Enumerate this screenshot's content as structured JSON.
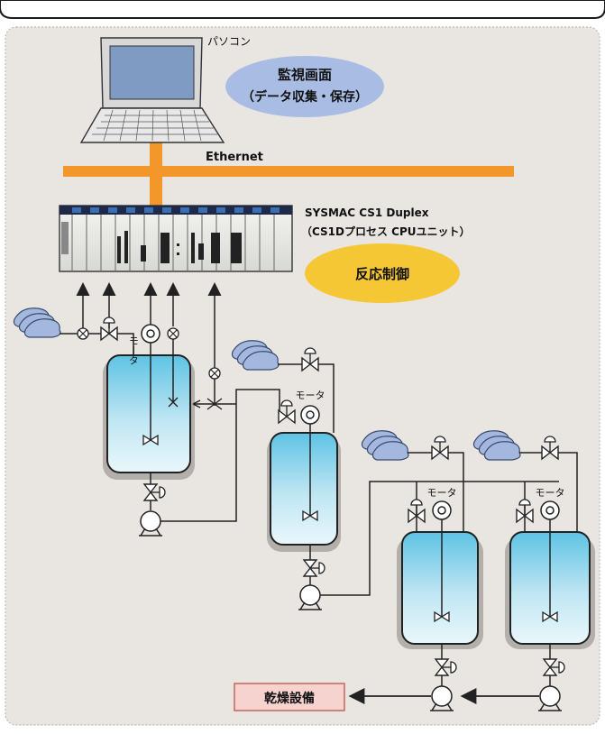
{
  "diagram": {
    "pc_label": "パソコン",
    "monitor_bubble": {
      "line1": "監視画面",
      "line2": "（データ収集・保存）"
    },
    "network_label": "Ethernet",
    "plc": {
      "line1": "SYSMAC CS1 Duplex",
      "line2": "（CS1Dプロセス CPUユニット）"
    },
    "control_bubble": "反応制御",
    "motor_label": "モータ",
    "dryer_label": "乾燥設備"
  },
  "colors": {
    "background": "#e9e6e2",
    "ethernet": "#f3972b",
    "monitor_bubble": "#a9bde4",
    "control_bubble": "#f6c735",
    "dryer_box": "#f7d3cf",
    "dryer_border": "#c25b55",
    "tank_liquid": "#6cc9e7",
    "supply_cloud": "#a4b8df"
  },
  "icons": [
    "pc-icon",
    "plc-rack-icon",
    "reactor-tank-icon",
    "pump-icon",
    "valve-icon",
    "motor-icon",
    "supply-pipe-icon"
  ]
}
